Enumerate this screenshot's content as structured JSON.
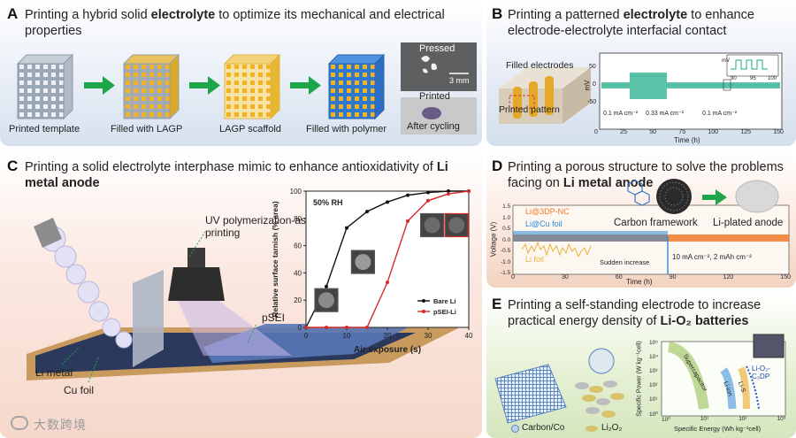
{
  "panels": {
    "A": {
      "letter": "A",
      "title_pre": "Printing a hybrid solid ",
      "title_bold": "electrolyte",
      "title_post": " to optimize its mechanical and electrical properties",
      "steps": [
        "Printed template",
        "Filled with LAGP",
        "LAGP scaffold",
        "Filled with polymer"
      ],
      "photo_top": "Pressed",
      "photo_scale": "3 mm",
      "photo_mid": "Printed",
      "photo_bottom": "After cycling"
    },
    "B": {
      "letter": "B",
      "title_pre": "Printing a patterned ",
      "title_bold": "electrolyte",
      "title_post": " to enhance electrode-electrolyte interfacial contact",
      "label_electrodes": "Filled electrodes",
      "label_pattern": "Printed pattern",
      "ylabel": "mV",
      "xlabel": "Time (h)",
      "currents": [
        "0.1 mA cm⁻²",
        "0.33 mA cm⁻²",
        "0.1 mA cm⁻²"
      ],
      "yticks": [
        "50",
        "0",
        "-50"
      ],
      "xticks": [
        "0",
        "25",
        "50",
        "75",
        "100",
        "125",
        "150"
      ],
      "inset_ylabel": "mV",
      "inset_xticks": [
        "90",
        "95",
        "100"
      ]
    },
    "C": {
      "letter": "C",
      "title_pre": "Printing a solid electrolyte interphase mimic to enhance antioxidativity of ",
      "title_bold": "Li metal anode",
      "uv_label": "UV polymerization-assisted printing",
      "psei_label": "pSEI",
      "li_label": "Li metal",
      "cu_label": "Cu foil",
      "watermark": "大数跨境"
    },
    "D": {
      "letter": "D",
      "title_pre": "Printing a porous structure to solve the problems facing on ",
      "title_bold": "Li metal anode",
      "framework_label": "Carbon framework",
      "plated_label": "Li-plated anode",
      "legend": [
        "Li@3DP-NC",
        "Li@Cu foil",
        "Li foil"
      ],
      "ylabel": "Voltage (V)",
      "xlabel": "Time (h)",
      "yticks": [
        "1.5",
        "1.0",
        "0.5",
        "0.0",
        "-0.5",
        "-1.0",
        "-1.5"
      ],
      "xticks": [
        "0",
        "30",
        "60",
        "90",
        "120",
        "150"
      ],
      "annotation_sudden": "Sudden increase",
      "annotation_rate": "10 mA cm⁻², 2 mAh cm⁻²"
    },
    "E": {
      "letter": "E",
      "title_pre": "Printing a self-standing electrode to increase practical energy density of ",
      "title_bold": "Li-O₂ batteries",
      "legend_carbon": "Carbon/Co",
      "legend_li2o2": "Li₂O₂",
      "ylabel": "Specific Power (W kg⁻¹cell)",
      "xlabel": "Specific Energy (Wh kg⁻¹cell)",
      "supercap": "Supercapacitor",
      "liion": "Li-ion",
      "lis": "Li-S",
      "lio2": "Li-O₂-C₃DP",
      "yticks": [
        "10⁵",
        "10⁴",
        "10³",
        "10²",
        "10¹",
        "10⁰"
      ],
      "xticks": [
        "10⁰",
        "10¹",
        "10²",
        "10³"
      ]
    }
  },
  "chart_data": [
    {
      "type": "line",
      "title": "50% RH",
      "xlabel": "Air exposure (s)",
      "ylabel": "Relative surface tarnish (% area)",
      "xlim": [
        0,
        40
      ],
      "ylim": [
        0,
        100
      ],
      "xticks": [
        0,
        10,
        20,
        30,
        40
      ],
      "yticks": [
        0,
        20,
        40,
        60,
        80,
        100
      ],
      "legend_position": "bottom-right",
      "series": [
        {
          "name": "Bare Li",
          "color": "#111111",
          "x": [
            0,
            5,
            10,
            15,
            20,
            25,
            30,
            35,
            40
          ],
          "y": [
            0,
            30,
            73,
            85,
            92,
            97,
            99,
            100,
            100
          ]
        },
        {
          "name": "pSEI-Li",
          "color": "#d62a2a",
          "x": [
            0,
            5,
            10,
            15,
            20,
            25,
            30,
            35,
            40
          ],
          "y": [
            0,
            0,
            0,
            0,
            33,
            78,
            93,
            98,
            100
          ]
        }
      ]
    }
  ]
}
